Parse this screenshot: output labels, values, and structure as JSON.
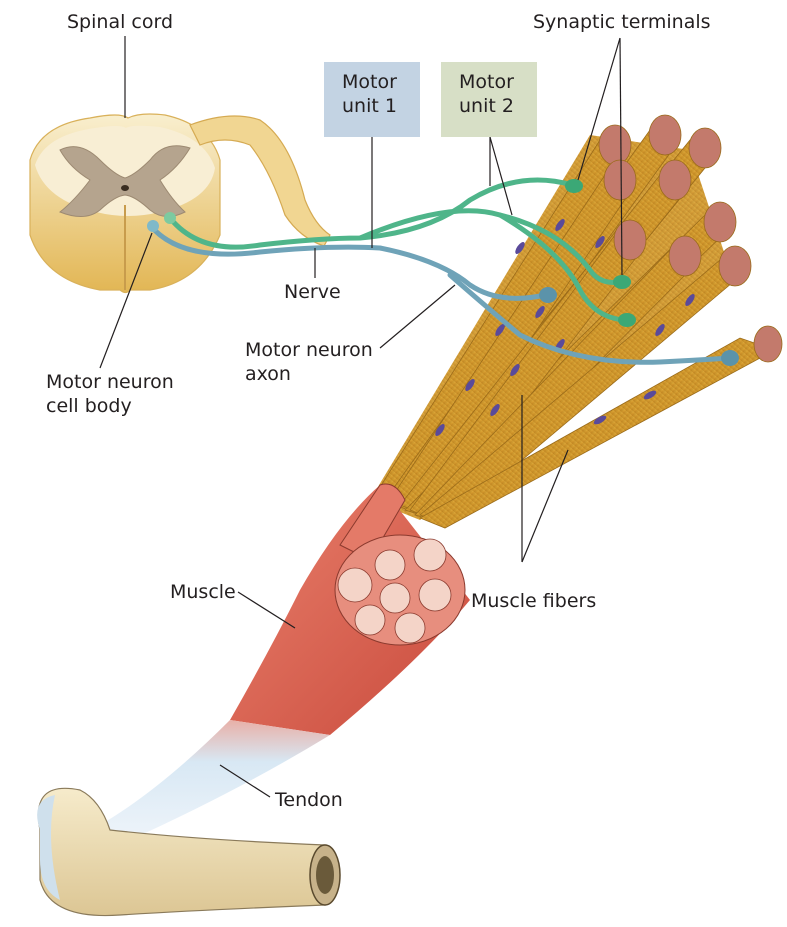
{
  "figure": {
    "title": "Motor units in a vertebrate skeletal muscle",
    "colors": {
      "motor_unit_1": "#c3d3e3",
      "motor_unit_2": "#d7dfc6",
      "axon_unit_1": "#6fa3b8",
      "axon_unit_2": "#4fb58a",
      "muscle_fiber": "#d9a63a",
      "nucleus": "#5a4a9a",
      "muscle": "#e06a5a",
      "tendon": "#d6e6f2",
      "bone": "#efe0b8",
      "spinal_gray": "#b5a48e",
      "spinal_white": "#f7ecc8"
    }
  },
  "labels": {
    "spinal_cord": "Spinal cord",
    "synaptic_terminals": "Synaptic terminals",
    "motor_unit_1_line1": "Motor",
    "motor_unit_1_line2": "unit 1",
    "motor_unit_2_line1": "Motor",
    "motor_unit_2_line2": "unit 2",
    "nerve": "Nerve",
    "motor_neuron_axon_line1": "Motor neuron",
    "motor_neuron_axon_line2": "axon",
    "motor_neuron_cell_body_line1": "Motor neuron",
    "motor_neuron_cell_body_line2": "cell body",
    "muscle": "Muscle",
    "muscle_fibers": "Muscle fibers",
    "tendon": "Tendon"
  }
}
